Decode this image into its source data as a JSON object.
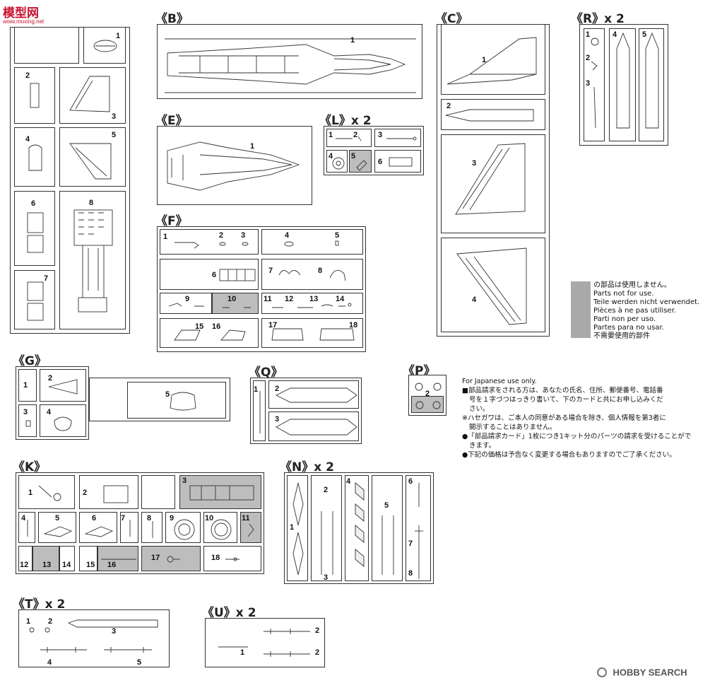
{
  "watermark_top": {
    "text": "模型网",
    "url": "www.moxing.net"
  },
  "watermark_bottom": {
    "text": "HOBBY SEARCH"
  },
  "sprues": {
    "B": {
      "label": "《B》"
    },
    "C": {
      "label": "《C》"
    },
    "R": {
      "label": "《R》x 2"
    },
    "E": {
      "label": "《E》"
    },
    "L": {
      "label": "《L》x 2"
    },
    "F": {
      "label": "《F》"
    },
    "G": {
      "label": "《G》"
    },
    "Q": {
      "label": "《Q》"
    },
    "P": {
      "label": "《P》"
    },
    "K": {
      "label": "《K》"
    },
    "N": {
      "label": "《N》x 2"
    },
    "T": {
      "label": "《T》x 2"
    },
    "U": {
      "label": "《U》x 2"
    }
  },
  "part_numbers": {
    "A": [
      "1",
      "2",
      "3",
      "4",
      "5",
      "6",
      "7",
      "8"
    ],
    "B": [
      "1"
    ],
    "C": [
      "1",
      "2",
      "3",
      "4"
    ],
    "R": [
      "1",
      "2",
      "3",
      "4",
      "5"
    ],
    "E": [
      "1"
    ],
    "L": [
      "1",
      "2",
      "3",
      "4",
      "5",
      "6"
    ],
    "F": [
      "1",
      "2",
      "3",
      "4",
      "5",
      "6",
      "7",
      "8",
      "9",
      "10",
      "11",
      "12",
      "13",
      "14",
      "15",
      "16",
      "17",
      "18"
    ],
    "G": [
      "1",
      "2",
      "3",
      "4",
      "5"
    ],
    "Q": [
      "1",
      "2",
      "3"
    ],
    "P": [
      "2"
    ],
    "K": [
      "1",
      "2",
      "3",
      "4",
      "5",
      "6",
      "7",
      "8",
      "9",
      "10",
      "11",
      "12",
      "13",
      "14",
      "15",
      "16",
      "17",
      "18"
    ],
    "N": [
      "1",
      "2",
      "3",
      "4",
      "5",
      "6",
      "7",
      "8"
    ],
    "T": [
      "1",
      "2",
      "3",
      "4",
      "5"
    ],
    "U": [
      "1",
      "2"
    ]
  },
  "legend": {
    "lines": [
      "の部品は使用しません。",
      "Parts not for use.",
      "Teile werden nicht verwendet.",
      "Pièces à ne pas utiliser.",
      "Parti non per uso.",
      "Partes para no usar.",
      "不需要使用的部件"
    ],
    "swatch_color": "#a9a9a9"
  },
  "notes": {
    "lines": [
      "For Japanese use only.",
      "■部品請求をされる方は、あなたの氏名、住所、郵便番号、電話番",
      "号を１字づつはっきり書いて、下のカードと共にお申し込みくだ",
      "さい。",
      "※ハセガワは、ご本人の同意がある場合を除き、個人情報を第3者に",
      "開示することはありません。",
      "●「部品請求カード」1枚につき1キット分のパーツの請求を受けることがで",
      "きます。",
      "●下記の価格は予告なく変更する場合もありますのでご了承ください。"
    ]
  }
}
